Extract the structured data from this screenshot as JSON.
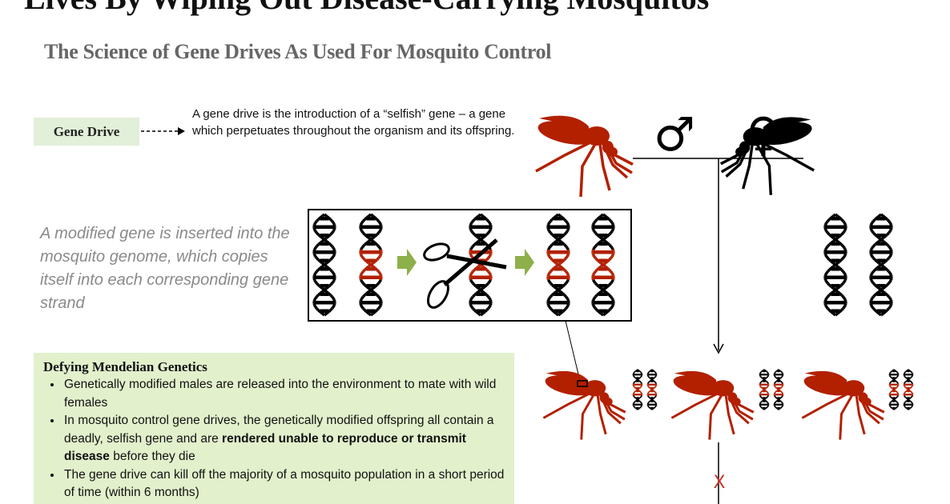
{
  "header": {
    "title": "Lives By Wiping Out Disease-Carrying Mosquitos",
    "subtitle": "The Science of Gene Drives As Used For Mosquito Control"
  },
  "gene_drive": {
    "label": "Gene Drive",
    "definition": "A gene drive is the introduction of a “selfish” gene – a gene which perpetuates throughout the organism and its offspring."
  },
  "insertion_note": "A modified gene is inserted into the mosquito genome, which copies itself into each corresponding gene strand",
  "mendelian": {
    "heading": "Defying Mendelian Genetics",
    "bullets": [
      {
        "text": "Genetically modified males are released into the environment to mate with wild females"
      },
      {
        "pre": "In mosquito control gene drives, the genetically modified offspring all contain a deadly, selfish gene and are ",
        "bold": "rendered unable to reproduce or transmit disease",
        "post": " before they die"
      },
      {
        "text": "The gene drive can kill off the majority of a mosquito population in a short period of time (within 6 months)"
      }
    ]
  },
  "symbols": {
    "male": "♂",
    "female": "♀",
    "blocked": "X"
  },
  "icons": [
    "mosquito-icon",
    "dna-helix-icon",
    "scissors-icon",
    "arrow-right-icon",
    "male-symbol-icon",
    "female-symbol-icon"
  ],
  "colors": {
    "modified": "#b22000",
    "wild": "#000000",
    "label_bg": "#e2efd9",
    "box_bg": "#e2f0cc",
    "arrow": "#8db04a"
  }
}
